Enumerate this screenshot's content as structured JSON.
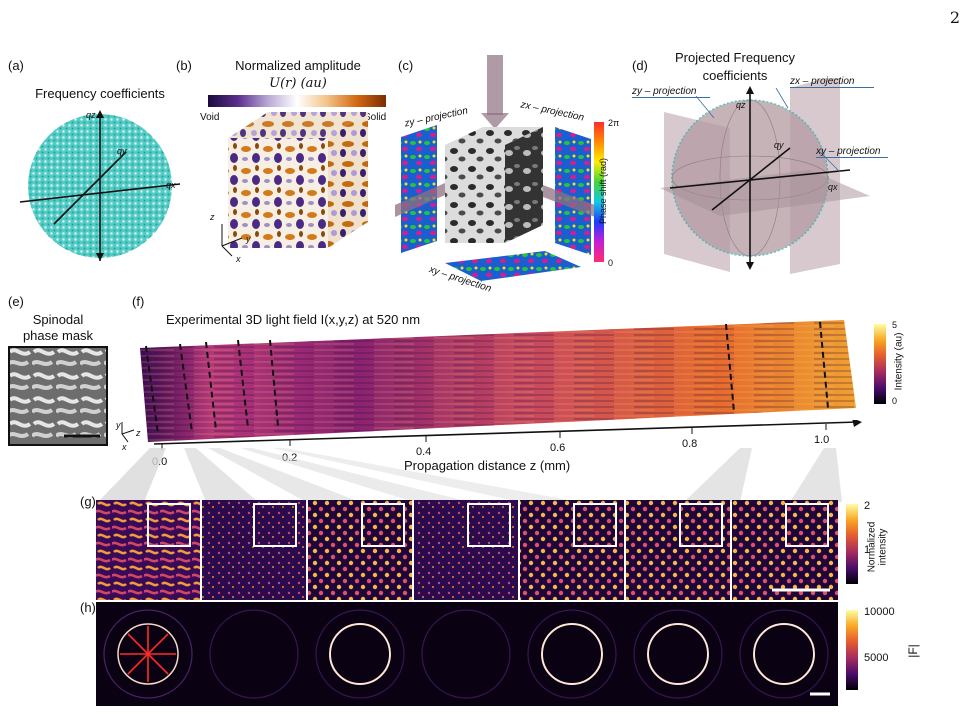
{
  "page": {
    "number": "2"
  },
  "panels": {
    "a": {
      "label": "(a)",
      "title": "Frequency coefficients",
      "axes": {
        "qz": "qz",
        "qy": "qy",
        "qx": "qx"
      }
    },
    "b": {
      "label": "(b)",
      "title": "Normalized amplitude",
      "formula": "U(r) (au)",
      "cbar_left": "Void",
      "cbar_right": "Solid",
      "axes": {
        "z": "z",
        "y": "y",
        "x": "x"
      }
    },
    "c": {
      "label": "(c)",
      "zy": "zy – projection",
      "zx": "zx – projection",
      "xy": "xy – projection",
      "cbar_title": "Phase shift (rad)",
      "cbar_top": "2π",
      "cbar_bottom": "0"
    },
    "d": {
      "label": "(d)",
      "title_line1": "Projected Frequency",
      "title_line2": "coefficients",
      "zy": "zy – projection",
      "zx": "zx – projection",
      "xy": "xy – projection",
      "axes": {
        "qz": "qz",
        "qy": "qy",
        "qx": "qx"
      }
    },
    "e": {
      "label": "(e)",
      "title_line1": "Spinodal",
      "title_line2": "phase mask"
    },
    "f": {
      "label": "(f)",
      "title": "Experimental 3D light field I(x,y,z) at 520 nm",
      "cbar_title": "Intensity (au)",
      "cbar_top": "5",
      "cbar_bottom": "0",
      "axis_label": "Propagation distance z (mm)",
      "ticks": [
        "0.0",
        "0.2",
        "0.4",
        "0.6",
        "0.8",
        "1.0"
      ],
      "axes": {
        "y": "y",
        "z": "z",
        "x": "x"
      }
    },
    "g": {
      "label": "(g)",
      "cbar_title_line1": "Normalized",
      "cbar_title_line2": "intensity",
      "cbar_ticks": [
        "2",
        "1"
      ]
    },
    "h": {
      "label": "(h)",
      "cbar_title": "|F|",
      "cbar_ticks": [
        "10000",
        "5000"
      ]
    }
  },
  "colors": {
    "teal": "#22b3ad",
    "inferno_dark": "#12031f",
    "mauve": "#8f6f80"
  }
}
